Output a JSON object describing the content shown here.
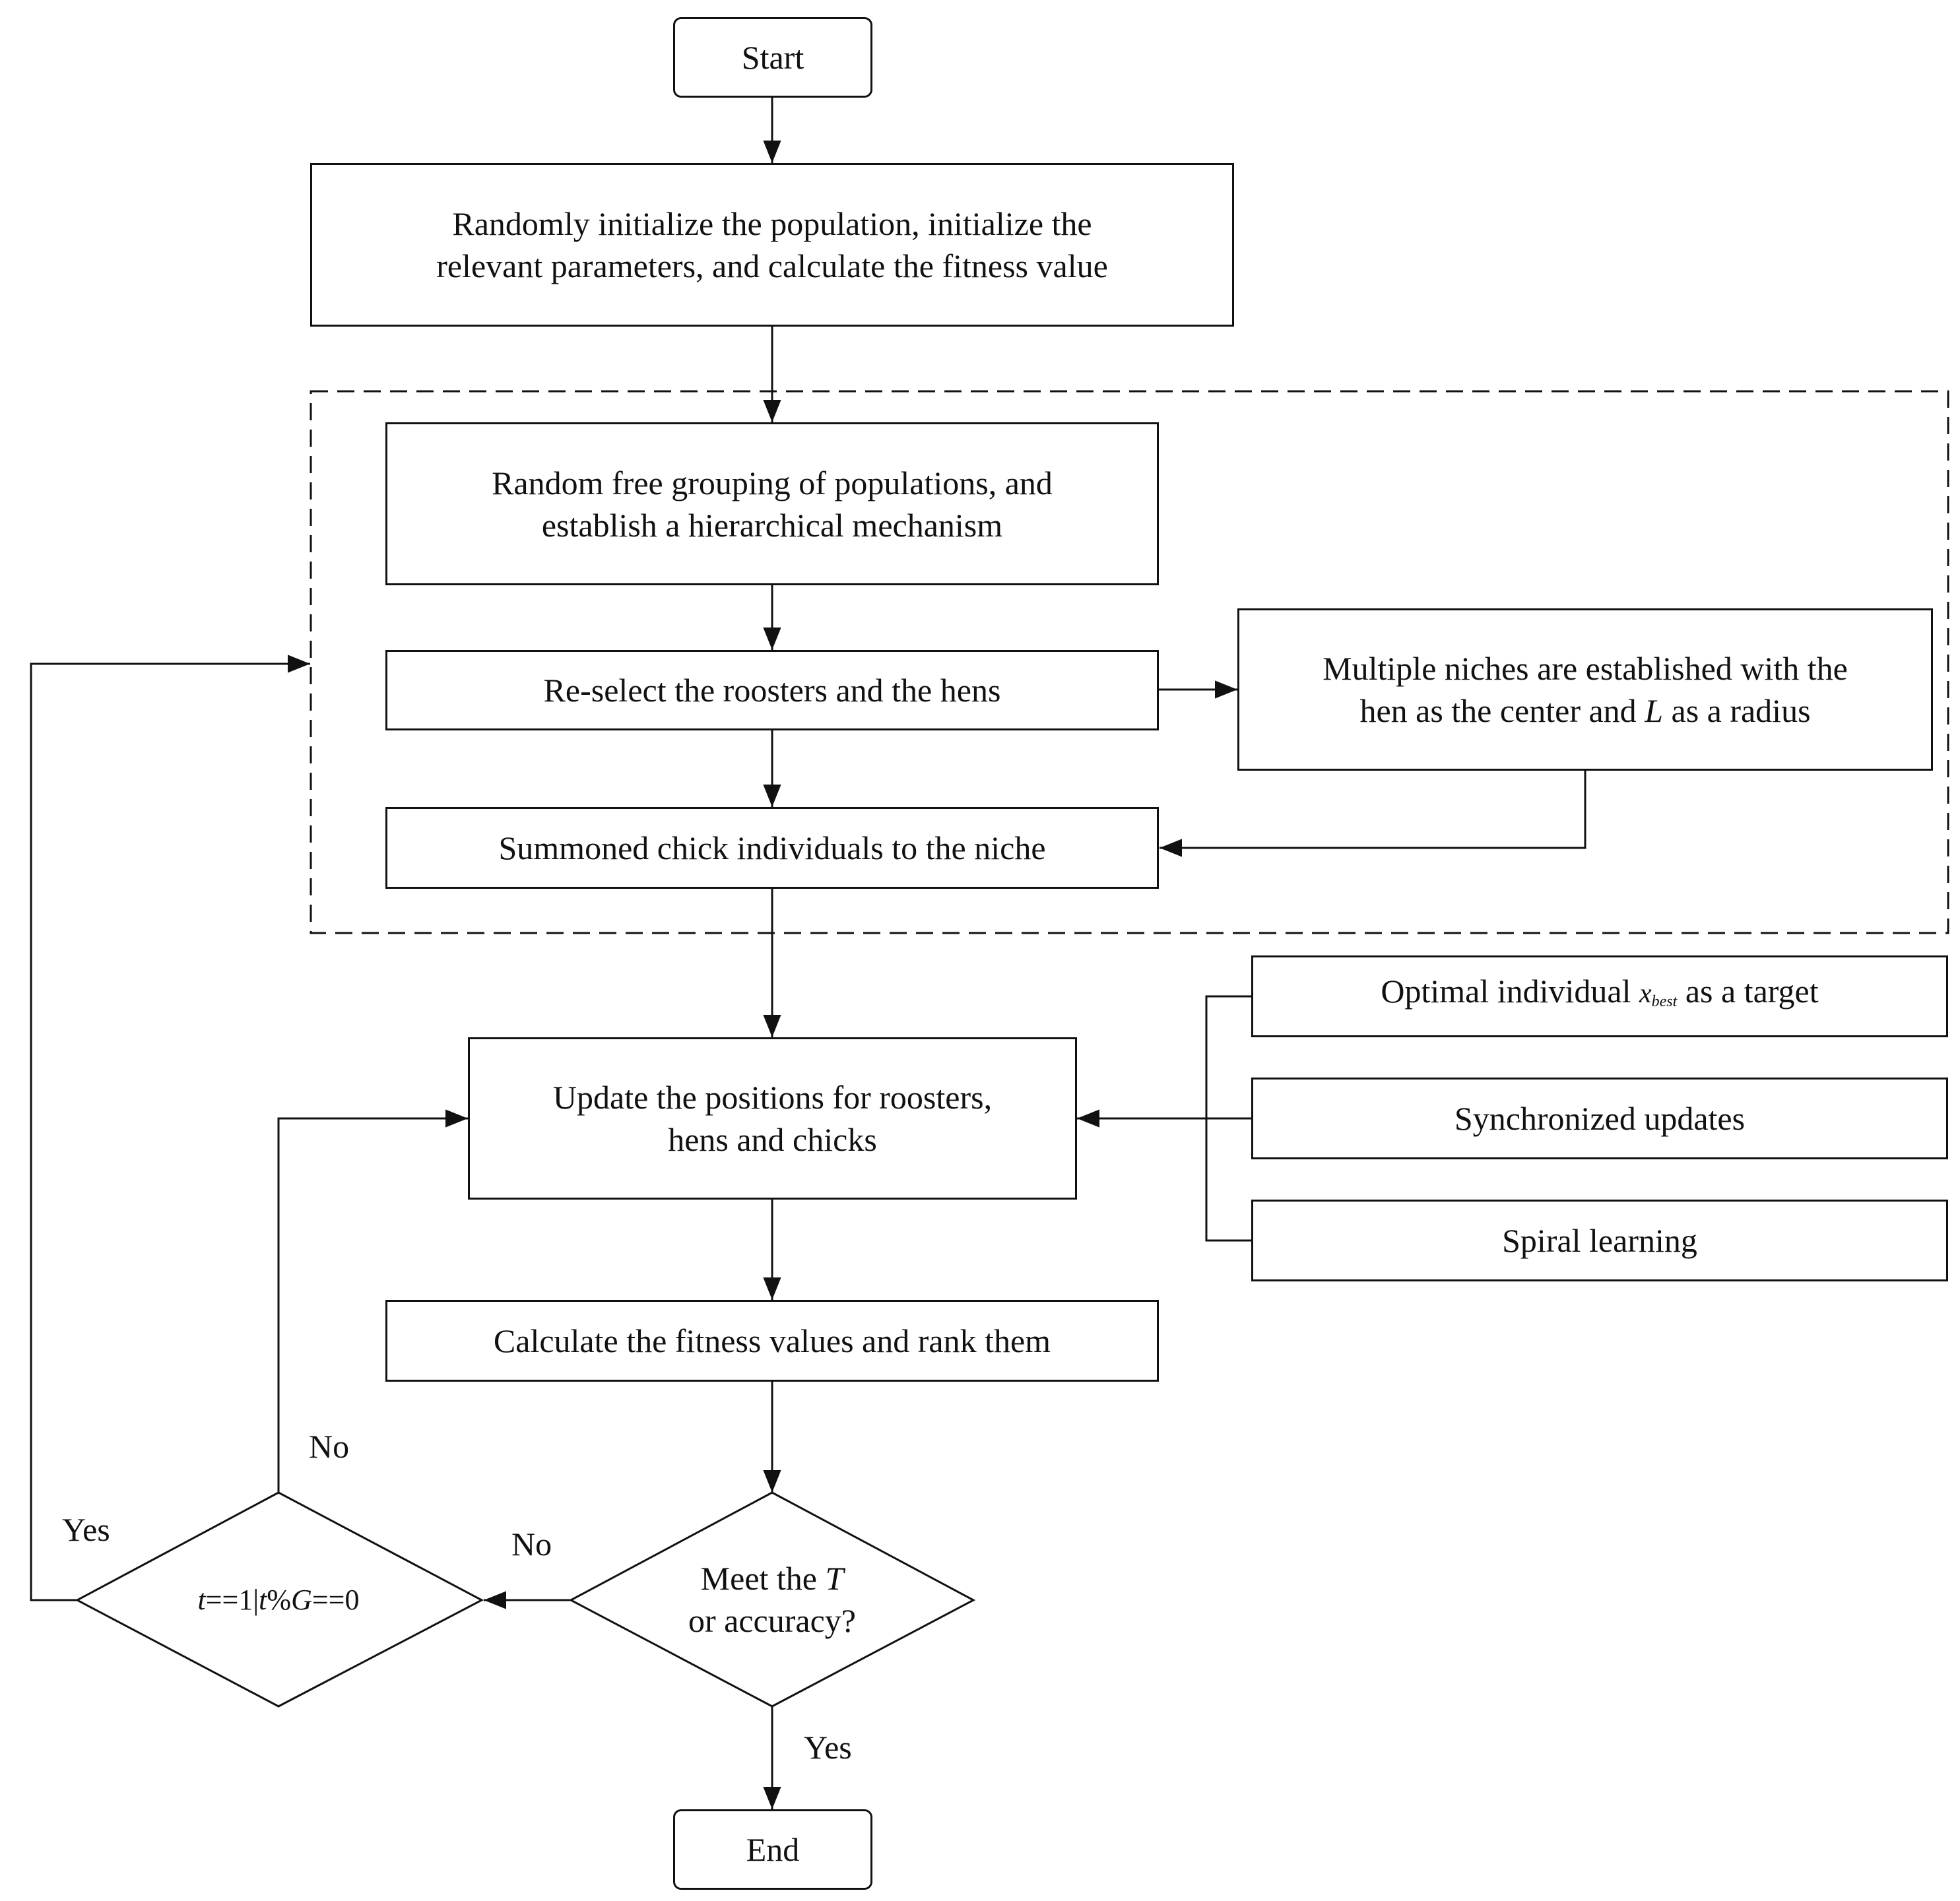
{
  "nodes": {
    "start": "Start",
    "init": "Randomly initialize the population, initialize the\nrelevant parameters, and calculate the fitness value",
    "grouping": "Random free grouping of populations, and\nestablish a hierarchical mechanism",
    "reselect": "Re-select the roosters and the hens",
    "niches_pre": "Multiple niches are established with the\nhen as the center and ",
    "niches_var": "L",
    "niches_post": " as a radius",
    "summon": "Summoned chick individuals to the niche",
    "update": "Update the positions for roosters,\nhens and chicks",
    "optimal_pre": "Optimal individual ",
    "optimal_var": "x",
    "optimal_sub": "best",
    "optimal_post": " as a target",
    "sync": "Synchronized updates",
    "spiral": "Spiral learning",
    "fitness": "Calculate the fitness values and rank them",
    "meet_pre": "Meet the ",
    "meet_var": "T",
    "meet_line2": "or accuracy?",
    "cond_t1": "t",
    "cond_mid": "==1|",
    "cond_t2": "t",
    "cond_pct": "%",
    "cond_g": "G",
    "cond_end": "==0",
    "end": "End"
  },
  "edge_labels": {
    "no_upper": "No",
    "yes_left": "Yes",
    "no_middle": "No",
    "yes_bottom": "Yes"
  }
}
